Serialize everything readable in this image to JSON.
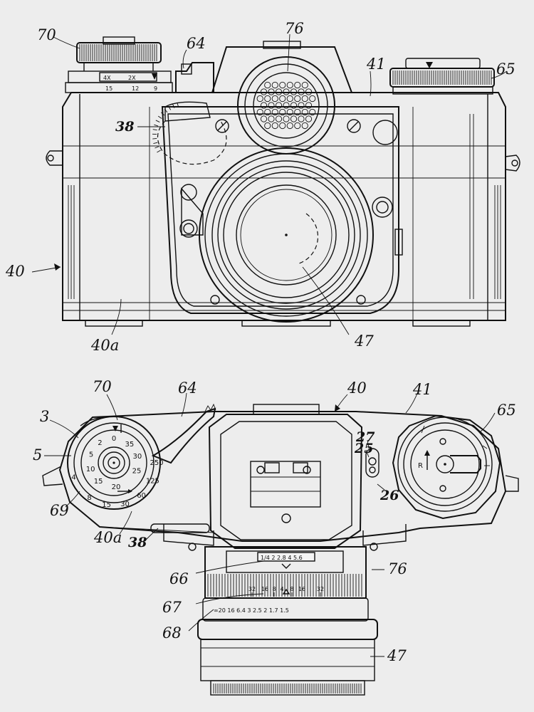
{
  "colors": {
    "ink": "#111111",
    "paper": "#ededed"
  },
  "front_view": {
    "labels": [
      "70",
      "64",
      "76",
      "41",
      "65",
      "38",
      "40",
      "40a",
      "47"
    ],
    "speed_scale": {
      "top": [
        "4X",
        "2X"
      ],
      "bottom": [
        "15",
        "12",
        "9"
      ]
    }
  },
  "top_view": {
    "labels": [
      "70",
      "64",
      "40",
      "41",
      "65",
      "3",
      "5",
      "27",
      "25",
      "26",
      "69",
      "40a",
      "38",
      "66",
      "76",
      "67",
      "68",
      "47"
    ],
    "film_dial_inner": [
      "0",
      "35",
      "30",
      "25",
      "20",
      "15",
      "10",
      "5",
      "2"
    ],
    "shutter_ring": [
      "250",
      "125",
      "60",
      "30",
      "15",
      "8",
      "4"
    ],
    "rewind_letter": "R",
    "aperture_window": "1/4 2 2.8 4 5.6",
    "dof_scale": [
      "32",
      "16",
      "8",
      "4",
      "8",
      "16",
      "32"
    ],
    "distance_scale": "∞20 16 6.4 3 2.5 2 1.7 1.5"
  }
}
